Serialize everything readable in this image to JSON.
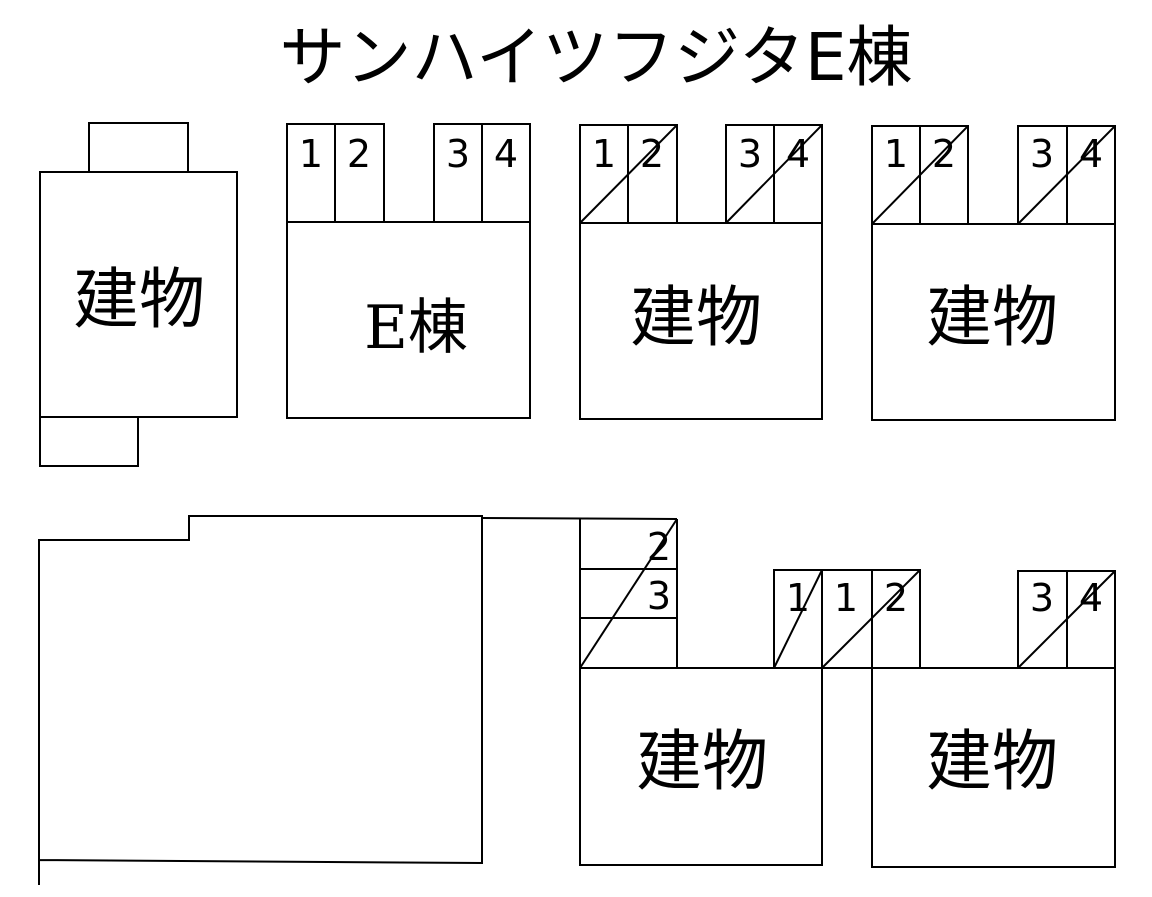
{
  "title": "サンハイツフジタE棟",
  "buildings": {
    "b1": "建物",
    "e": "E棟",
    "b3": "建物",
    "b4": "建物",
    "b5": "建物",
    "b6": "建物"
  },
  "spots": {
    "e": [
      "1",
      "2",
      "3",
      "4"
    ],
    "b3": [
      "1",
      "2",
      "3",
      "4"
    ],
    "b4": [
      "1",
      "2",
      "3",
      "4"
    ],
    "b5_vertical": [
      "2",
      "3"
    ],
    "b5": [
      "1",
      "1",
      "2"
    ],
    "b6": [
      "3",
      "4"
    ]
  }
}
